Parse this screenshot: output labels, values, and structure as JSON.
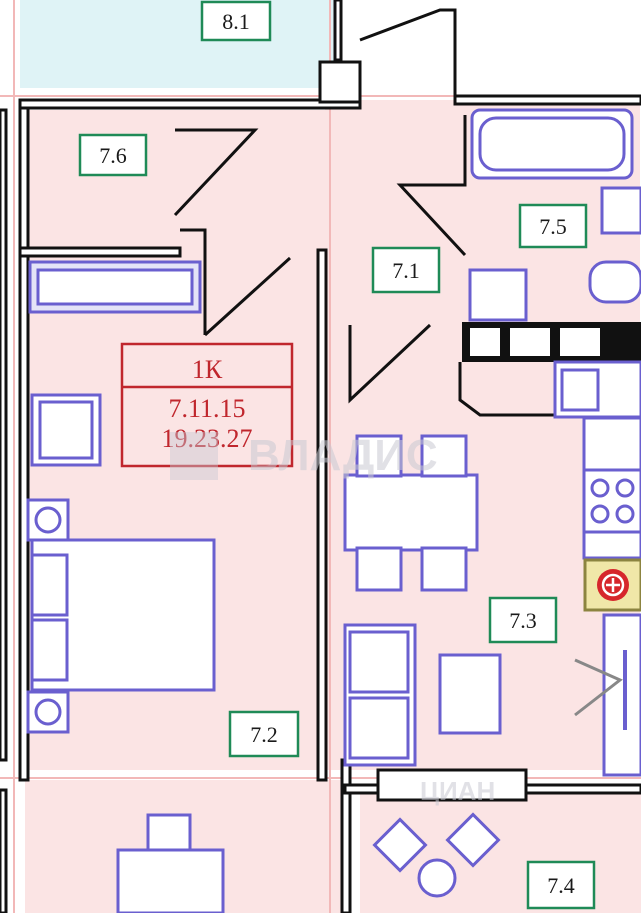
{
  "apartment": {
    "type_label": "1К",
    "area_line_1": "7.11.15",
    "area_line_2": "19.23.27"
  },
  "rooms": [
    {
      "id": "balcony-top",
      "label": "8.1"
    },
    {
      "id": "closet",
      "label": "7.6"
    },
    {
      "id": "bathroom",
      "label": "7.5"
    },
    {
      "id": "hallway",
      "label": "7.1"
    },
    {
      "id": "kitchen",
      "label": "7.3"
    },
    {
      "id": "bedroom",
      "label": "7.2"
    },
    {
      "id": "balcony-bottom",
      "label": "7.4"
    }
  ],
  "watermark": {
    "main": "ВЛАДИС",
    "bottom": "ЦИАН"
  },
  "colors": {
    "room_fill": "#fbe4e4",
    "balcony_fill": "#dff3f6",
    "furniture_stroke": "#6a5fcf",
    "label_border": "#1f8a57",
    "info_red": "#c0262d",
    "grid_pink": "#f2b8b8"
  }
}
